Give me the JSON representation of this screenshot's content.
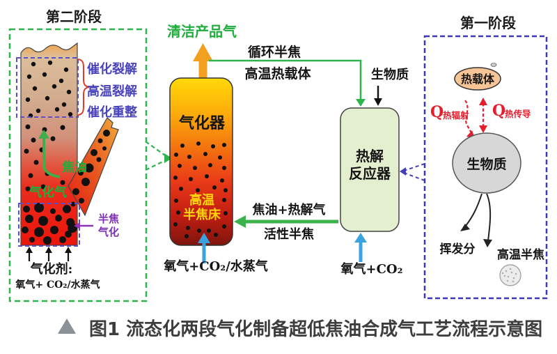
{
  "figure": {
    "caption_marker": "▲",
    "caption": "图1 流态化两段气化制备超低焦油合成气工艺流程示意图"
  },
  "stage2": {
    "title": "第二阶段",
    "zone_labels": [
      "催化裂解",
      "高温裂解",
      "催化重整"
    ],
    "tar": "焦油",
    "syngas": "气化气",
    "char_gasification": [
      "半焦",
      "气化"
    ],
    "agent_title": "气化剂:",
    "agent": "氧气+ CO₂/水蒸气"
  },
  "gasifier": {
    "product_gas": "清洁产品气",
    "name": "气化器",
    "bed": [
      "高温",
      "半焦床"
    ],
    "feed": "氧气+CO₂/水蒸气"
  },
  "circulation": {
    "line1": "循环半焦",
    "line2": "高温热载体"
  },
  "pyrolyzer": {
    "biomass_in": "生物质",
    "name": [
      "热解",
      "反应器"
    ],
    "feed": "氧气+CO₂",
    "to_gasifier_top": "焦油+热解气",
    "to_gasifier_bottom": "活性半焦"
  },
  "stage1": {
    "title": "第一阶段",
    "heat_carrier": "热载体",
    "q_radiation": {
      "q": "Q",
      "sub": "热辐射"
    },
    "q_conduction": {
      "q": "Q",
      "sub": "热传导"
    },
    "biomass": "生物质",
    "volatiles": "挥发分",
    "hot_char": "高温半焦"
  },
  "colors": {
    "stage2_border": "#2cb54c",
    "stage1_border": "#3b39b6",
    "product_green": "#1fad3c",
    "heat_red": "#e41e2d",
    "zone_purple": "#4a43bb",
    "char_purple": "#8c33b8",
    "oxygen_blue": "#3aa3df",
    "orange_arrow": "#f2a01f",
    "bed_yellow": "#ffd60a"
  }
}
